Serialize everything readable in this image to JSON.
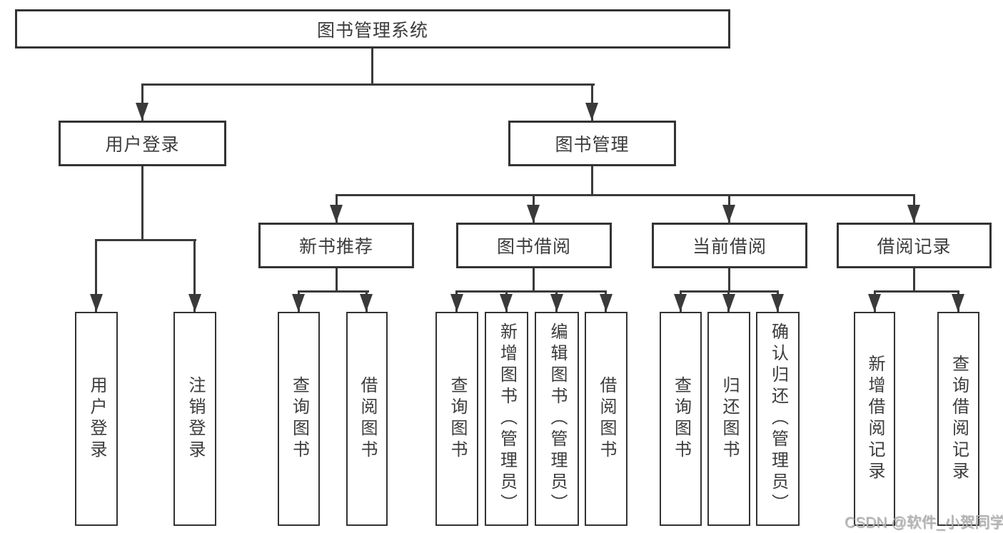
{
  "tree": {
    "label": "图书管理系统",
    "children": [
      {
        "label": "用户登录",
        "children": [
          {
            "label": "用户登录"
          },
          {
            "label": "注销登录"
          }
        ]
      },
      {
        "label": "图书管理",
        "children": [
          {
            "label": "新书推荐",
            "children": [
              {
                "label": "查询图书"
              },
              {
                "label": "借阅图书"
              }
            ]
          },
          {
            "label": "图书借阅",
            "children": [
              {
                "label": "查询图书"
              },
              {
                "label": "新增图书（管理员）"
              },
              {
                "label": "编辑图书（管理员）"
              },
              {
                "label": "借阅图书"
              }
            ]
          },
          {
            "label": "当前借阅",
            "children": [
              {
                "label": "查询图书"
              },
              {
                "label": "归还图书"
              },
              {
                "label": "确认归还（管理员）"
              }
            ]
          },
          {
            "label": "借阅记录",
            "children": [
              {
                "label": "新增借阅记录"
              },
              {
                "label": "查询借阅记录"
              }
            ]
          }
        ]
      }
    ]
  },
  "watermark": {
    "text": "CSDN @软件_小贺同学"
  },
  "colors": {
    "line": "#3a3a3a",
    "box_border": "#333333",
    "text": "#3c3c3c",
    "background": "#ffffff",
    "watermark": "#b5b5b5"
  }
}
